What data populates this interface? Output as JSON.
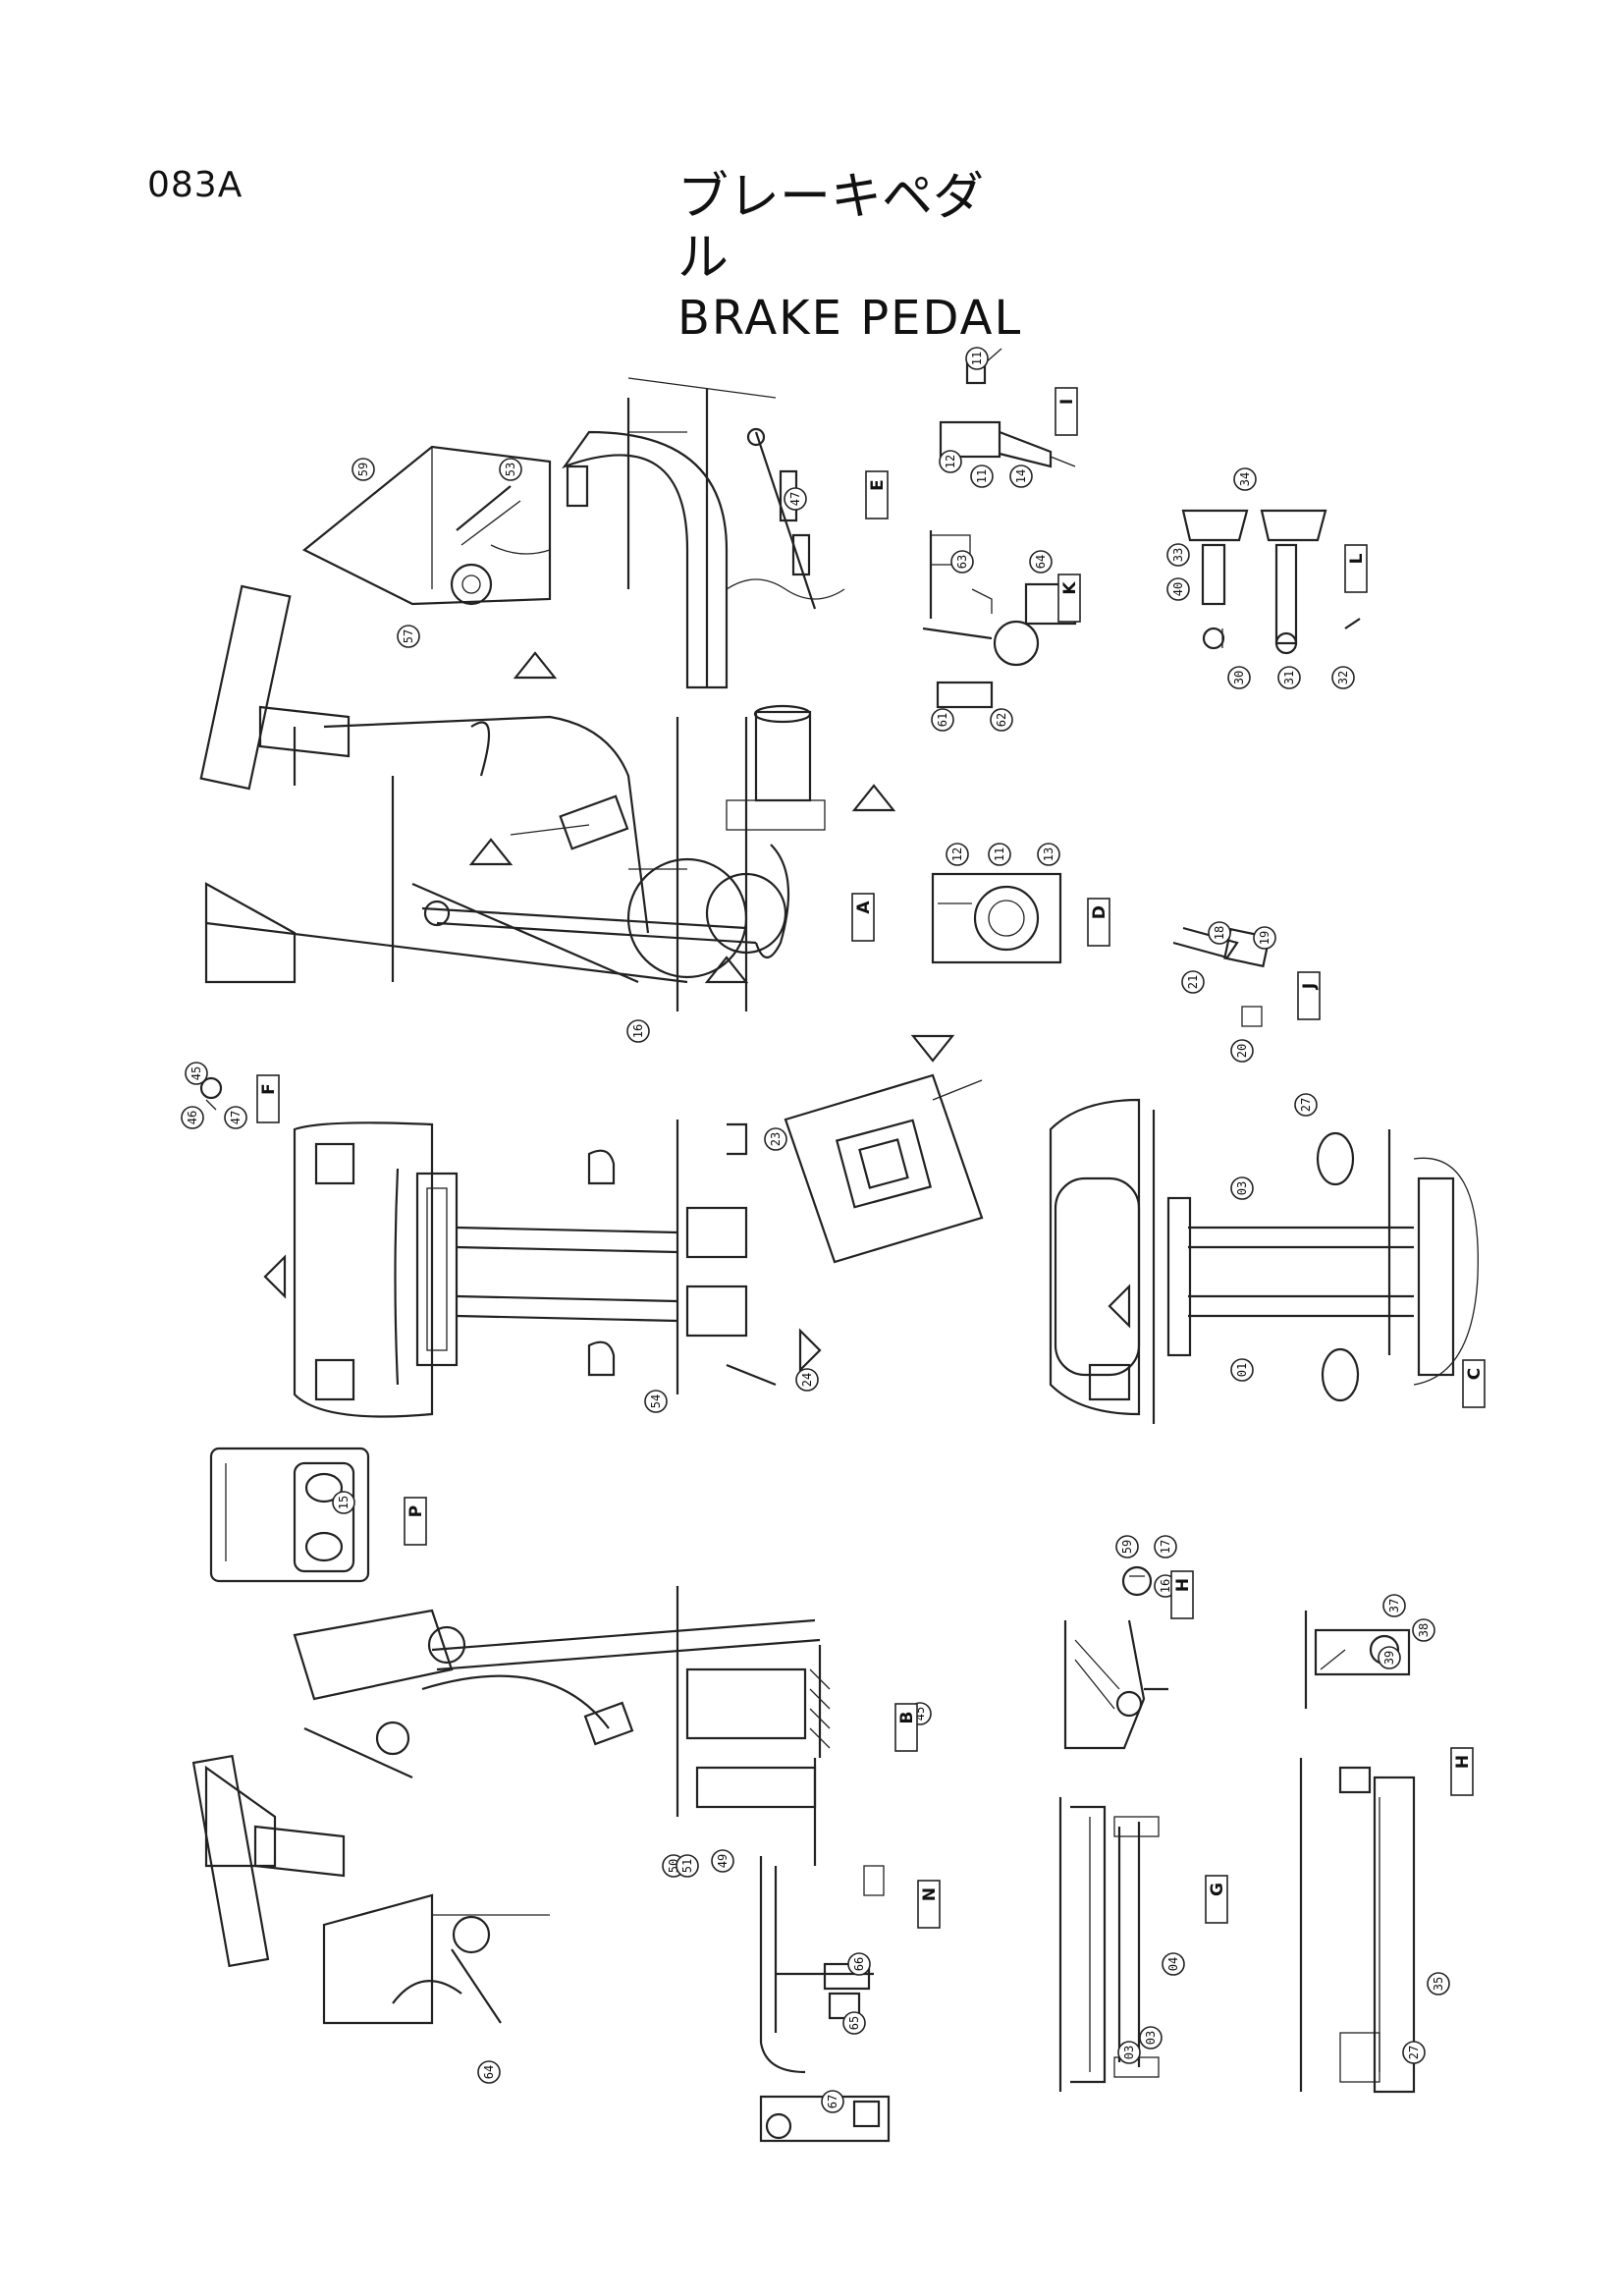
{
  "page_code": "083A",
  "title_jp": "ブレーキペダル",
  "title_en": "BRAKE PEDAL",
  "detail_labels": [
    "A",
    "B",
    "C",
    "D",
    "E",
    "F",
    "G",
    "H",
    "H",
    "I",
    "J",
    "K",
    "L",
    "N",
    "P"
  ],
  "callouts": [
    "59",
    "53",
    "57",
    "47",
    "11",
    "12",
    "11",
    "14",
    "63",
    "64",
    "61",
    "62",
    "34",
    "33",
    "40",
    "30",
    "31",
    "32",
    "12",
    "11",
    "13",
    "18",
    "19",
    "21",
    "20",
    "16",
    "45",
    "46",
    "47",
    "23",
    "27",
    "03",
    "01",
    "15",
    "24",
    "54",
    "59",
    "16",
    "17",
    "37",
    "38",
    "39",
    "45",
    "49",
    "50",
    "51",
    "04",
    "03",
    "03",
    "35",
    "27",
    "66",
    "65",
    "67",
    "64"
  ]
}
